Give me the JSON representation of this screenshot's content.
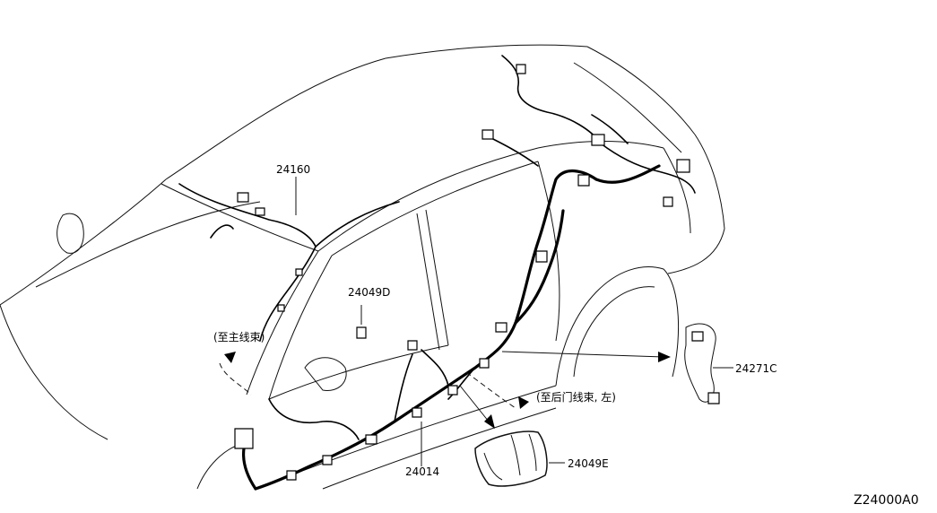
{
  "labels": {
    "harness_roof": "24160",
    "harness_body": "24014",
    "clip_d": "24049D",
    "grommet_e": "24049E",
    "harness_rear": "24271C",
    "to_main": "(至主线束)",
    "to_rear_door": "(至后门线束, 左)"
  },
  "diagram_code": "Z24000A0"
}
